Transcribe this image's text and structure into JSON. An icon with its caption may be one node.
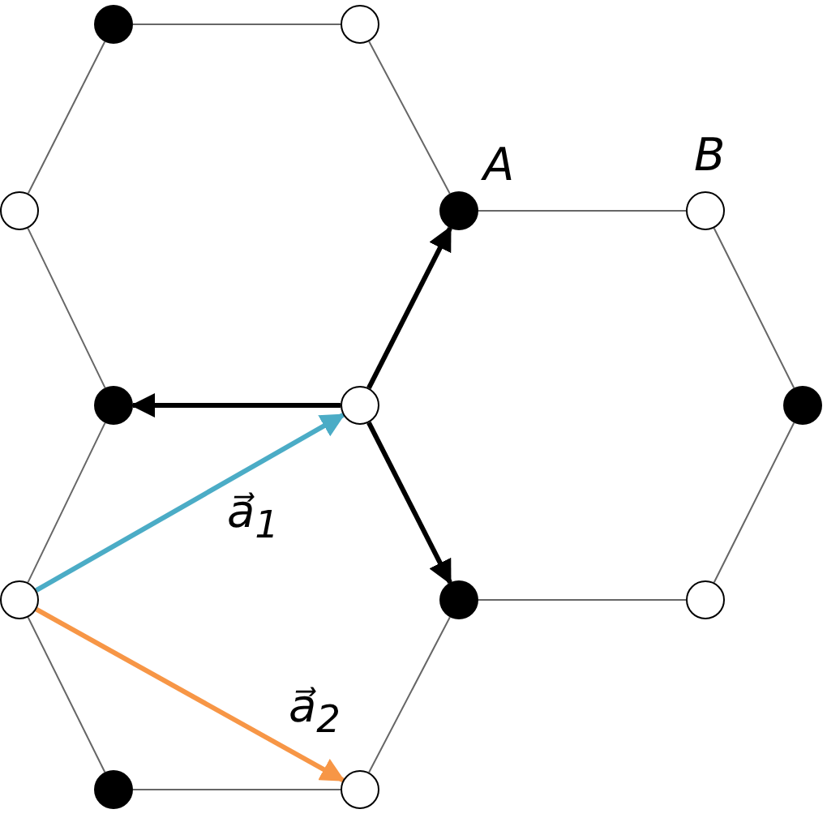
{
  "diagram": {
    "nodes": [
      {
        "text": [],
        "shape": "dot"
      },
      {
        "text": [],
        "shape": "circle"
      },
      {
        "text": [],
        "shape": "circle"
      },
      {
        "text": [],
        "shape": "dot",
        "beside": [
          "A"
        ]
      },
      {
        "text": [],
        "shape": "circle",
        "beside": [
          "B"
        ]
      },
      {
        "text": [],
        "shape": "dot"
      },
      {
        "text": [],
        "shape": "circle"
      },
      {
        "text": [],
        "shape": "dot"
      },
      {
        "text": [],
        "shape": "circle"
      },
      {
        "text": [],
        "shape": "dot"
      },
      {
        "text": [],
        "shape": "circle"
      },
      {
        "text": [],
        "shape": "dot"
      },
      {
        "text": [],
        "shape": "circle"
      }
    ],
    "edges": [
      {
        "from": 0,
        "to": 1,
        "arrow": "none"
      },
      {
        "from": 1,
        "to": 3,
        "arrow": "none"
      },
      {
        "from": 5,
        "to": 2,
        "arrow": "none"
      },
      {
        "from": 2,
        "to": 0,
        "arrow": "none"
      },
      {
        "from": 3,
        "to": 4,
        "arrow": "none"
      },
      {
        "from": 4,
        "to": 7,
        "arrow": "none"
      },
      {
        "from": 7,
        "to": 10,
        "arrow": "none"
      },
      {
        "from": 10,
        "to": 9,
        "arrow": "none"
      },
      {
        "from": 5,
        "to": 8,
        "arrow": "none"
      },
      {
        "from": 8,
        "to": 11,
        "arrow": "none"
      },
      {
        "from": 11,
        "to": 12,
        "arrow": "none"
      },
      {
        "from": 12,
        "to": 9,
        "arrow": "none"
      },
      {
        "from": 6,
        "to": 3,
        "arrow": "to",
        "style": "thick",
        "color": "#000000"
      },
      {
        "from": 6,
        "to": 5,
        "arrow": "to",
        "style": "thick",
        "color": "#000000"
      },
      {
        "from": 6,
        "to": 9,
        "arrow": "to",
        "style": "thick",
        "color": "#000000"
      },
      {
        "from": 8,
        "to": 6,
        "arrow": "to",
        "style": "thick",
        "color": "#4bacc6",
        "label": "a⃗$_{1}$"
      },
      {
        "from": 8,
        "to": 12,
        "arrow": "to",
        "style": "thick",
        "color": "#f79646",
        "label": "a⃗$_{2}$"
      }
    ]
  }
}
